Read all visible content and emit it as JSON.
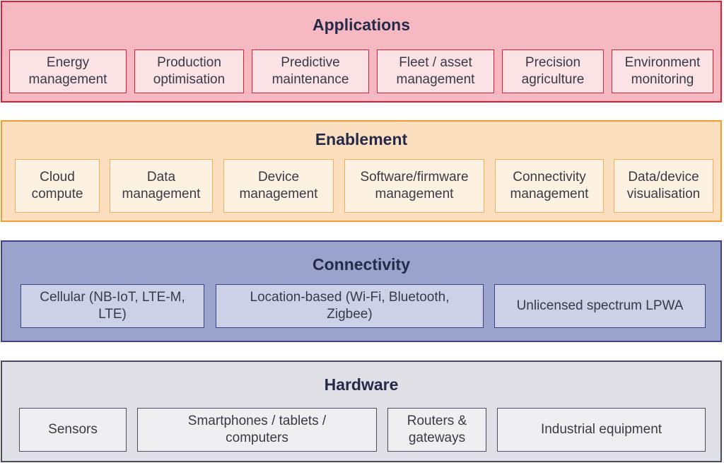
{
  "layers": {
    "applications": {
      "title": "Applications",
      "items": [
        "Energy\nmanagement",
        "Production\noptimisation",
        "Predictive\nmaintenance",
        "Fleet / asset\nmanagement",
        "Precision\nagriculture",
        "Environment\nmonitoring"
      ]
    },
    "enablement": {
      "title": "Enablement",
      "items": [
        "Cloud\ncompute",
        "Data\nmanagement",
        "Device\nmanagement",
        "Software/firmware\nmanagement",
        "Connectivity\nmanagement",
        "Data/device\nvisualisation"
      ]
    },
    "connectivity": {
      "title": "Connectivity",
      "items": [
        "Cellular (NB-IoT, LTE-M,\nLTE)",
        "Location-based (Wi-Fi, Bluetooth,\nZigbee)",
        "Unlicensed spectrum LPWA"
      ]
    },
    "hardware": {
      "title": "Hardware",
      "items": [
        "Sensors",
        "Smartphones / tablets /\ncomputers",
        "Routers &\ngateways",
        "Industrial equipment"
      ]
    }
  },
  "colors": {
    "applications_fill": "#f6b9c2",
    "applications_border": "#df1f35",
    "enablement_fill": "#fbdfbf",
    "enablement_border": "#f39b2b",
    "connectivity_fill": "#9aa3cc",
    "connectivity_border": "#3c4387",
    "hardware_fill": "#dfdfe5",
    "hardware_border": "#4a4c60",
    "title_text": "#262a4a"
  }
}
